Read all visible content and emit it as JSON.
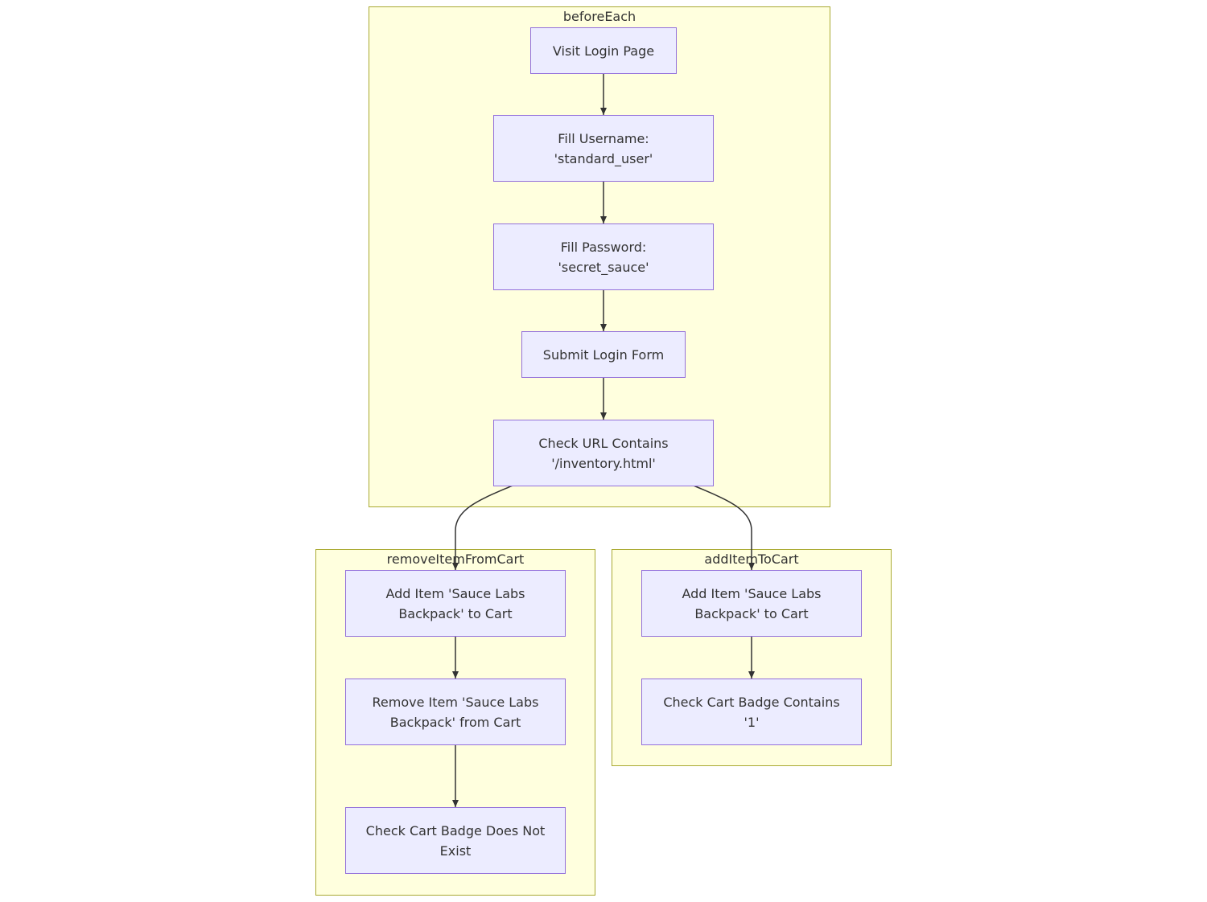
{
  "clusters": {
    "before_each": {
      "title": "beforeEach"
    },
    "remove_item": {
      "title": "removeItemFromCart"
    },
    "add_item": {
      "title": "addItemToCart"
    }
  },
  "nodes": {
    "visit_login": {
      "lines": [
        "Visit Login Page"
      ]
    },
    "fill_username": {
      "lines": [
        "Fill Username:",
        "'standard_user'"
      ]
    },
    "fill_password": {
      "lines": [
        "Fill Password:",
        "'secret_sauce'"
      ]
    },
    "submit_login": {
      "lines": [
        "Submit Login Form"
      ]
    },
    "check_url": {
      "lines": [
        "Check URL Contains",
        "'/inventory.html'"
      ]
    },
    "remove_add_item": {
      "lines": [
        "Add Item 'Sauce Labs",
        "Backpack' to Cart"
      ]
    },
    "remove_item": {
      "lines": [
        "Remove Item 'Sauce Labs",
        "Backpack' from Cart"
      ]
    },
    "check_badge_not_exist": {
      "lines": [
        "Check Cart Badge Does Not",
        "Exist"
      ]
    },
    "add_add_item": {
      "lines": [
        "Add Item 'Sauce Labs",
        "Backpack' to Cart"
      ]
    },
    "check_badge_contains": {
      "lines": [
        "Check Cart Badge Contains",
        "'1'"
      ]
    }
  },
  "edges": [
    {
      "from": "visit_login",
      "to": "fill_username"
    },
    {
      "from": "fill_username",
      "to": "fill_password"
    },
    {
      "from": "fill_password",
      "to": "submit_login"
    },
    {
      "from": "submit_login",
      "to": "check_url"
    },
    {
      "from": "check_url",
      "to": "remove_add_item"
    },
    {
      "from": "check_url",
      "to": "add_add_item"
    },
    {
      "from": "remove_add_item",
      "to": "remove_item"
    },
    {
      "from": "remove_item",
      "to": "check_badge_not_exist"
    },
    {
      "from": "add_add_item",
      "to": "check_badge_contains"
    }
  ],
  "colors": {
    "cluster_fill": "#ffffde",
    "cluster_border": "#aaaa33",
    "node_fill": "#ececff",
    "node_border": "#9370db",
    "edge": "#333333",
    "text": "#333333"
  }
}
